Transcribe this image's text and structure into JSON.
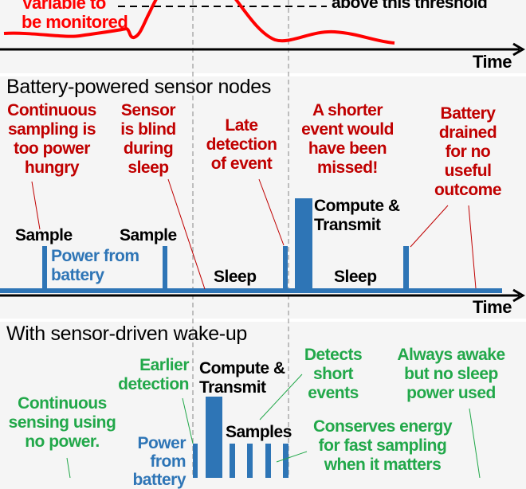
{
  "top": {
    "variable_label": [
      "Variable to",
      "be monitored"
    ],
    "threshold_label": "above this threshold",
    "time_label": "Time"
  },
  "battery_section": {
    "title": "Battery-powered sensor nodes",
    "notes": {
      "continuous": [
        "Continuous",
        "sampling is",
        "too power",
        "hungry"
      ],
      "blind": [
        "Sensor",
        "is blind",
        "during",
        "sleep"
      ],
      "late": [
        "Late",
        "detection",
        "of event"
      ],
      "shorter": [
        "A shorter",
        "event would",
        "have been",
        "missed!"
      ],
      "drained": [
        "Battery",
        "drained",
        "for no",
        "useful",
        "outcome"
      ]
    },
    "sample_label_1": "Sample",
    "sample_label_2": "Sample",
    "power_label": [
      "Power from",
      "battery"
    ],
    "sleep_label_1": "Sleep",
    "sleep_label_2": "Sleep",
    "compute_label": [
      "Compute &",
      "Transmit"
    ],
    "time_label": "Time"
  },
  "wakeup_section": {
    "title": "With sensor-driven wake-up",
    "notes": {
      "earlier": [
        "Earlier",
        "detection"
      ],
      "detects": [
        "Detects",
        "short",
        "events"
      ],
      "always": [
        "Always awake",
        "but no sleep",
        "power used"
      ],
      "continuous": [
        "Continuous",
        "sensing using",
        "no power."
      ],
      "conserves": [
        "Conserves energy",
        "for fast sampling",
        "when it matters"
      ]
    },
    "compute_label": [
      "Compute &",
      "Transmit"
    ],
    "samples_label": "Samples",
    "power_label": [
      "Power",
      "from",
      "battery"
    ]
  },
  "colors": {
    "signal": "#ff0000",
    "problem_text": "#c00000",
    "benefit_text": "#22a84a",
    "power_bars": "#2e75b6"
  }
}
